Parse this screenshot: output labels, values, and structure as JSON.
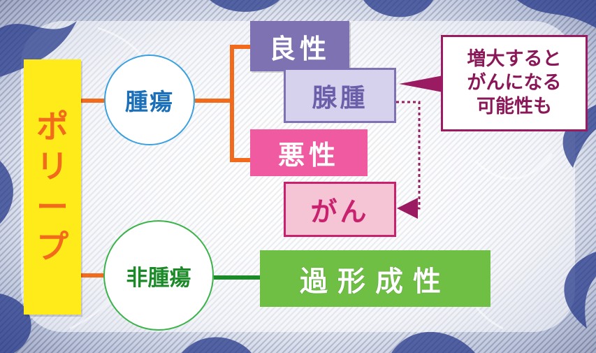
{
  "nodes": {
    "polyp": {
      "chars": [
        "ポ",
        "リ",
        "ー",
        "プ"
      ]
    },
    "tumor": "腫瘍",
    "non_tumor": "非腫瘍",
    "benign": "良性",
    "adenoma": "腺腫",
    "malignant": "悪性",
    "cancer": "がん",
    "hyperplastic": "過形成性"
  },
  "callout": {
    "lines": [
      "増大すると",
      "がんになる",
      "可能性も"
    ]
  },
  "colors": {
    "polyp_fill": "#ffeb1a",
    "polyp_text": "#f26a1b",
    "tumor_border": "#3aa0e0",
    "tumor_text": "#1a6fb8",
    "non_tumor_border": "#3bb34a",
    "non_tumor_text": "#1d8a2a",
    "benign_fill": "#7e72b3",
    "adenoma_fill": "#d6d2ee",
    "malignant_fill": "#ef5aa0",
    "cancer_fill": "#f6c5d5",
    "cancer_border": "#c8226e",
    "hyperplastic_fill": "#6fbf44",
    "connector_orange": "#f26a1b",
    "connector_green": "#1d8a2a",
    "callout_border": "#9b1b63"
  }
}
